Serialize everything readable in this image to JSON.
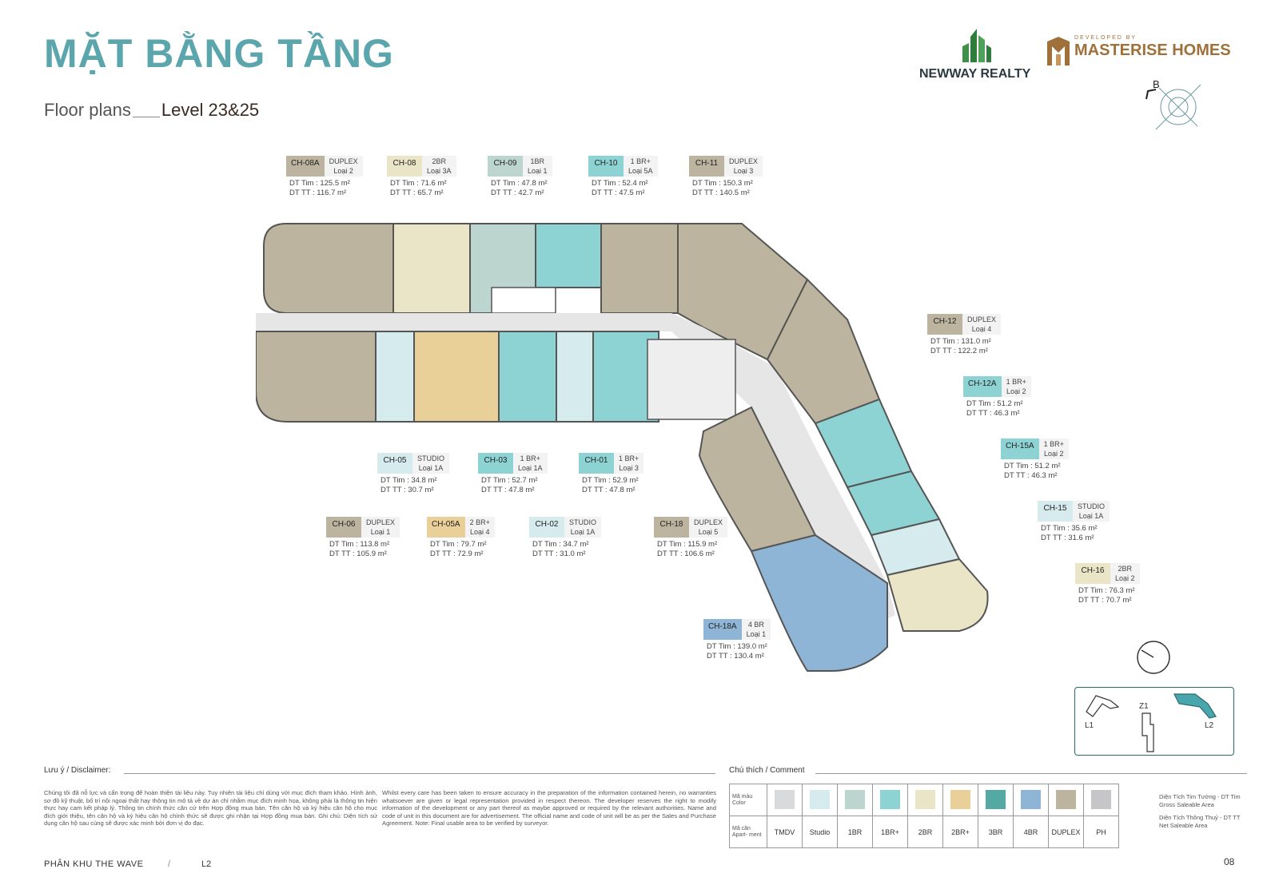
{
  "header": {
    "title": "MẶT BẰNG TẦNG",
    "subtitle": "Floor plans",
    "level": "Level 23&25"
  },
  "logos": {
    "newway": "NEWWAY REALTY",
    "developed_by": "DEVELOPED BY",
    "masterise": "MASTERISE HOMES",
    "compass_letter": "B"
  },
  "colors": {
    "TMDV": "#d9dadc",
    "Studio": "#d6ebee",
    "1BR": "#bcd6cf",
    "1BR+": "#8ed3d4",
    "2BR": "#e9e5c6",
    "2BR+": "#e9cf98",
    "3BR": "#55a9a4",
    "4BR": "#8fb5d6",
    "DUPLEX": "#bdb49f",
    "PH": "#c6c6c8"
  },
  "units": [
    {
      "code": "CH-08A",
      "type": "DUPLEX",
      "loai": "Loại 2",
      "dt_tim": "DT Tim : 125.5 m²",
      "dt_tt": "DT TT   :  116.7 m²",
      "color": "#bdb49f"
    },
    {
      "code": "CH-08",
      "type": "2BR",
      "loai": "Loại 3A",
      "dt_tim": "DT Tim :  71.6 m²",
      "dt_tt": "DT TT   :  65.7 m²",
      "color": "#e9e5c6"
    },
    {
      "code": "CH-09",
      "type": "1BR",
      "loai": "Loại 1",
      "dt_tim": "DT Tim :  47.8 m²",
      "dt_tt": "DT TT   :  42.7 m²",
      "color": "#bcd6cf"
    },
    {
      "code": "CH-10",
      "type": "1 BR+",
      "loai": "Loại 5A",
      "dt_tim": "DT Tim :  52.4 m²",
      "dt_tt": "DT TT   :  47.5 m²",
      "color": "#8ed3d4"
    },
    {
      "code": "CH-11",
      "type": "DUPLEX",
      "loai": "Loại 3",
      "dt_tim": "DT Tim : 150.3 m²",
      "dt_tt": "DT TT   : 140.5 m²",
      "color": "#bdb49f"
    },
    {
      "code": "CH-12",
      "type": "DUPLEX",
      "loai": "Loại 4",
      "dt_tim": "DT Tim : 131.0 m²",
      "dt_tt": "DT TT   : 122.2 m²",
      "color": "#bdb49f"
    },
    {
      "code": "CH-12A",
      "type": "1 BR+",
      "loai": "Loại 2",
      "dt_tim": "DT Tim :  51.2 m²",
      "dt_tt": "DT TT   :  46.3 m²",
      "color": "#8ed3d4"
    },
    {
      "code": "CH-15A",
      "type": "1 BR+",
      "loai": "Loại 2",
      "dt_tim": "DT Tim :  51.2 m²",
      "dt_tt": "DT TT   :  46.3 m²",
      "color": "#8ed3d4"
    },
    {
      "code": "CH-15",
      "type": "STUDIO",
      "loai": "Loại 1A",
      "dt_tim": "DT Tim : 35.6 m²",
      "dt_tt": "DT TT   :  31.6 m²",
      "color": "#d6ebee"
    },
    {
      "code": "CH-16",
      "type": "2BR",
      "loai": "Loại 2",
      "dt_tim": "DT Tim :  76.3 m²",
      "dt_tt": "DT TT   :  70.7 m²",
      "color": "#e9e5c6"
    },
    {
      "code": "CH-18A",
      "type": "4 BR",
      "loai": "Loại 1",
      "dt_tim": "DT Tim : 139.0 m²",
      "dt_tt": "DT TT   :  130.4 m²",
      "color": "#8fb5d6"
    },
    {
      "code": "CH-18",
      "type": "DUPLEX",
      "loai": "Loại 5",
      "dt_tim": "DT Tim :  115.9 m²",
      "dt_tt": "DT TT   :  106.6 m²",
      "color": "#bdb49f"
    },
    {
      "code": "CH-05",
      "type": "STUDIO",
      "loai": "Loại 1A",
      "dt_tim": "DT Tim : 34.8 m²",
      "dt_tt": "DT TT   :  30.7 m²",
      "color": "#d6ebee"
    },
    {
      "code": "CH-03",
      "type": "1 BR+",
      "loai": "Loại 1A",
      "dt_tim": "DT Tim :  52.7 m²",
      "dt_tt": "DT TT   :  47.8 m²",
      "color": "#8ed3d4"
    },
    {
      "code": "CH-01",
      "type": "1 BR+",
      "loai": "Loại 3",
      "dt_tim": "DT Tim :  52.9 m²",
      "dt_tt": "DT TT   :  47.8 m²",
      "color": "#8ed3d4"
    },
    {
      "code": "CH-06",
      "type": "DUPLEX",
      "loai": "Loại 1",
      "dt_tim": "DT Tim :  113.8 m²",
      "dt_tt": "DT TT   : 105.9 m²",
      "color": "#bdb49f"
    },
    {
      "code": "CH-05A",
      "type": "2 BR+",
      "loai": "Loại 4",
      "dt_tim": "DT Tim :  79.7 m²",
      "dt_tt": "DT TT   :  72.9 m²",
      "color": "#e9cf98"
    },
    {
      "code": "CH-02",
      "type": "STUDIO",
      "loai": "Loại 1A",
      "dt_tim": "DT Tim :  34.7 m²",
      "dt_tt": "DT TT   :  31.0 m²",
      "color": "#d6ebee"
    }
  ],
  "keyplan": {
    "z1": "Z1",
    "l1": "L1",
    "l2": "L2"
  },
  "disclaimer": {
    "title": "Lưu ý / Disclaimer:",
    "vn": "Chúng tôi đã nỗ lực và cẩn trọng để hoàn thiện tài liệu này. Tuy nhiên tài liệu chỉ dùng với mục đích tham khảo. Hình ảnh, sơ đồ kỹ thuật, bố trí nội ngoại thất hay thông tin mô tả về dự án chỉ nhằm mục đích minh họa, không phải là thông tin hiện thực hay cam kết pháp lý. Thông tin chính thức căn cứ trên Hợp đồng mua bán. Tên căn hộ và ký hiệu căn hộ cho mục đích giới thiệu, tên căn hộ và ký hiệu căn hộ chính thức sẽ được ghi nhận tại Hợp đồng mua bán. Ghi chú: Diện tích sử dụng căn hộ sau cùng sẽ được xác minh bởi đơn vị đo đạc.",
    "en": "Whilst every care has been taken to ensure accuracy in the preparation of the information contained herein, no warranties whatsoever are given or legal representation provided in respect thereon. The developer reserves the right to modify information of the development or any part thereof as maybe approved or required by the relevant authorities. Name and code of unit in this document are for advertisement. The official name and code of unit will be as per the Sales and Purchase Agreement. Note: Final usable area to be verified by surveyor."
  },
  "legend": {
    "title": "Chú thích / Comment",
    "row_color_label": "Mã màu Color",
    "row_type_label": "Mã căn Apart- ment",
    "types": [
      "TMDV",
      "Studio",
      "1BR",
      "1BR+",
      "2BR",
      "2BR+",
      "3BR",
      "4BR",
      "DUPLEX",
      "PH"
    ],
    "note_gross": "Diện Tích Tim Tường - DT Tim",
    "note_gross_en": "Gross Saleable Area",
    "note_net": "Diện Tích Thông Thuỷ - DT TT",
    "note_net_en": "Net Saleable Area"
  },
  "footer": {
    "zone": "PHÂN KHU THE WAVE",
    "slash": "/",
    "area": "L2",
    "page": "08"
  }
}
